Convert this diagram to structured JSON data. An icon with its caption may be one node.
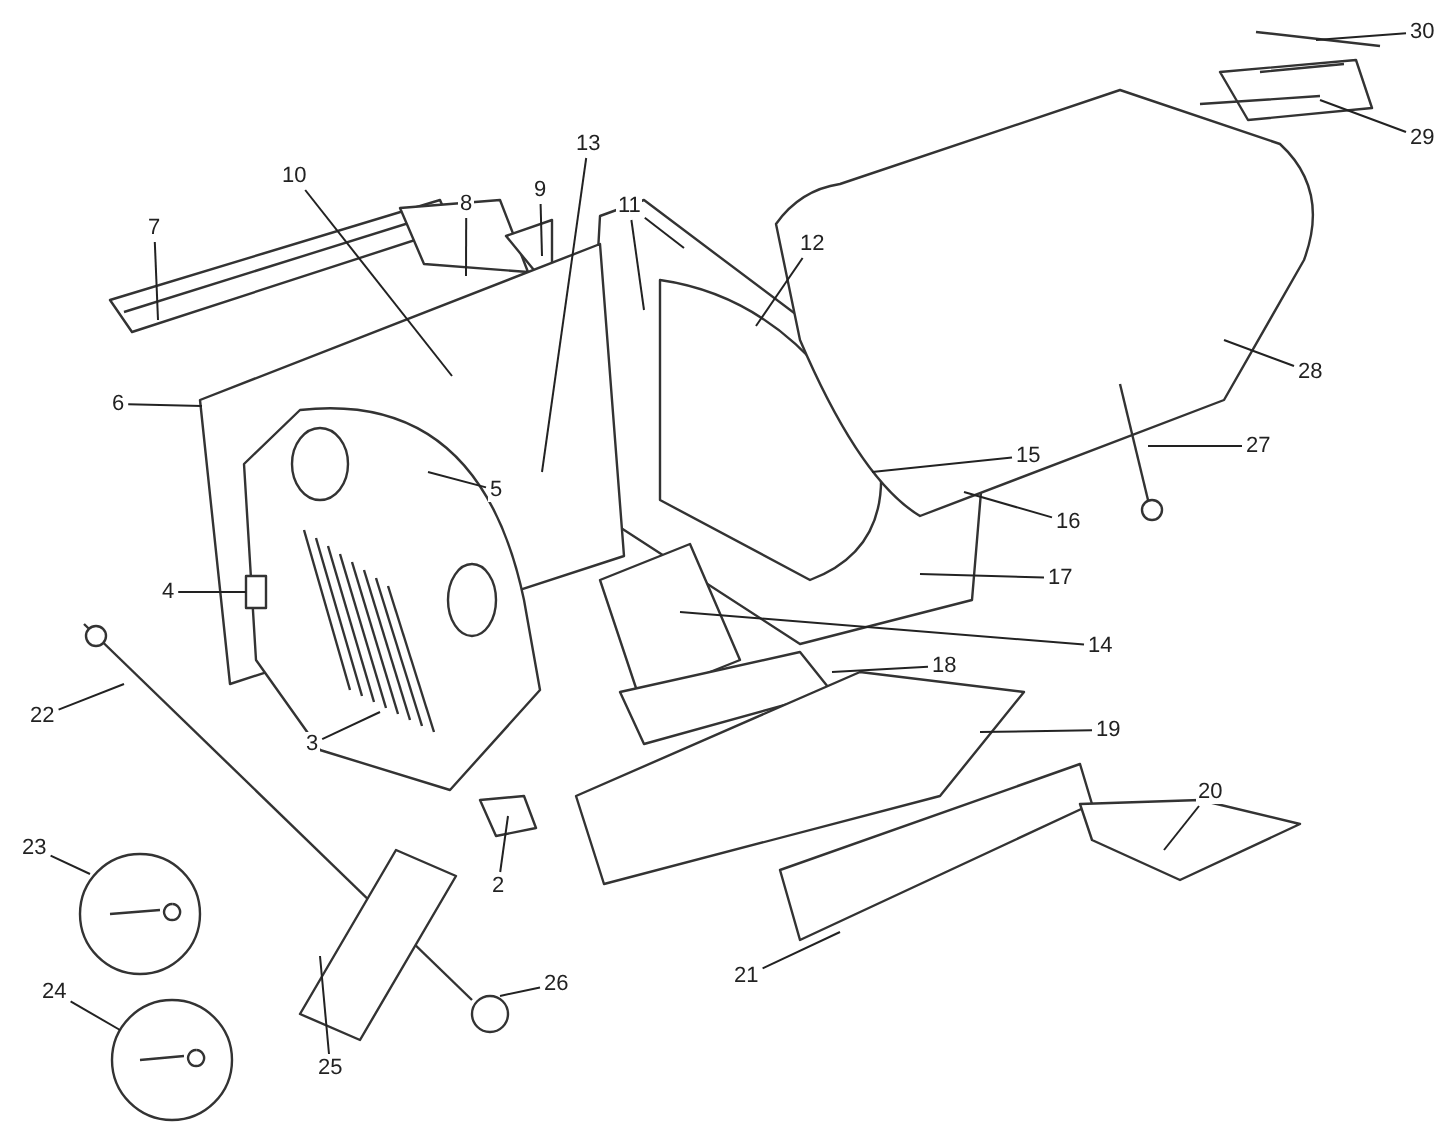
{
  "diagram": {
    "nodes": [
      {
        "text": [
          "2"
        ]
      },
      {
        "text": [
          "3"
        ]
      },
      {
        "text": [
          "4"
        ]
      },
      {
        "text": [
          "5"
        ]
      },
      {
        "text": [
          "6"
        ]
      },
      {
        "text": [
          "7"
        ]
      },
      {
        "text": [
          "8"
        ]
      },
      {
        "text": [
          "9"
        ]
      },
      {
        "text": [
          "10"
        ]
      },
      {
        "text": [
          "11"
        ]
      },
      {
        "text": [
          "12"
        ]
      },
      {
        "text": [
          "13"
        ]
      },
      {
        "text": [
          "14"
        ]
      },
      {
        "text": [
          "15"
        ]
      },
      {
        "text": [
          "16"
        ]
      },
      {
        "text": [
          "17"
        ]
      },
      {
        "text": [
          "18"
        ]
      },
      {
        "text": [
          "19"
        ]
      },
      {
        "text": [
          "20"
        ]
      },
      {
        "text": [
          "21"
        ]
      },
      {
        "text": [
          "22"
        ]
      },
      {
        "text": [
          "23"
        ]
      },
      {
        "text": [
          "24"
        ]
      },
      {
        "text": [
          "25"
        ]
      },
      {
        "text": [
          "26"
        ]
      },
      {
        "text": [
          "27"
        ]
      },
      {
        "text": [
          "28"
        ]
      },
      {
        "text": [
          "29"
        ]
      },
      {
        "text": [
          "30"
        ]
      }
    ],
    "edges": [
      {
        "from": 0,
        "to": null,
        "arrow": "none"
      },
      {
        "from": 1,
        "to": null,
        "arrow": "none"
      },
      {
        "from": 2,
        "to": null,
        "arrow": "none"
      },
      {
        "from": 3,
        "to": null,
        "arrow": "none"
      },
      {
        "from": 4,
        "to": null,
        "arrow": "none"
      },
      {
        "from": 5,
        "to": null,
        "arrow": "none"
      },
      {
        "from": 6,
        "to": null,
        "arrow": "none"
      },
      {
        "from": 7,
        "to": null,
        "arrow": "none"
      },
      {
        "from": 8,
        "to": null,
        "arrow": "none"
      },
      {
        "from": 9,
        "to": null,
        "arrow": "none"
      },
      {
        "from": 9,
        "to": null,
        "arrow": "none"
      },
      {
        "from": 10,
        "to": null,
        "arrow": "none"
      },
      {
        "from": 11,
        "to": null,
        "arrow": "none"
      },
      {
        "from": 12,
        "to": null,
        "arrow": "none"
      },
      {
        "from": 13,
        "to": null,
        "arrow": "none"
      },
      {
        "from": 14,
        "to": null,
        "arrow": "none"
      },
      {
        "from": 15,
        "to": null,
        "arrow": "none"
      },
      {
        "from": 16,
        "to": null,
        "arrow": "none"
      },
      {
        "from": 17,
        "to": null,
        "arrow": "none"
      },
      {
        "from": 18,
        "to": null,
        "arrow": "none"
      },
      {
        "from": 19,
        "to": null,
        "arrow": "none"
      },
      {
        "from": 20,
        "to": null,
        "arrow": "none"
      },
      {
        "from": 21,
        "to": null,
        "arrow": "none"
      },
      {
        "from": 22,
        "to": null,
        "arrow": "none"
      },
      {
        "from": 23,
        "to": null,
        "arrow": "none"
      },
      {
        "from": 24,
        "to": null,
        "arrow": "none"
      },
      {
        "from": 25,
        "to": null,
        "arrow": "none"
      },
      {
        "from": 26,
        "to": null,
        "arrow": "none"
      },
      {
        "from": 27,
        "to": null,
        "arrow": "none"
      },
      {
        "from": 28,
        "to": null,
        "arrow": "none"
      }
    ]
  }
}
